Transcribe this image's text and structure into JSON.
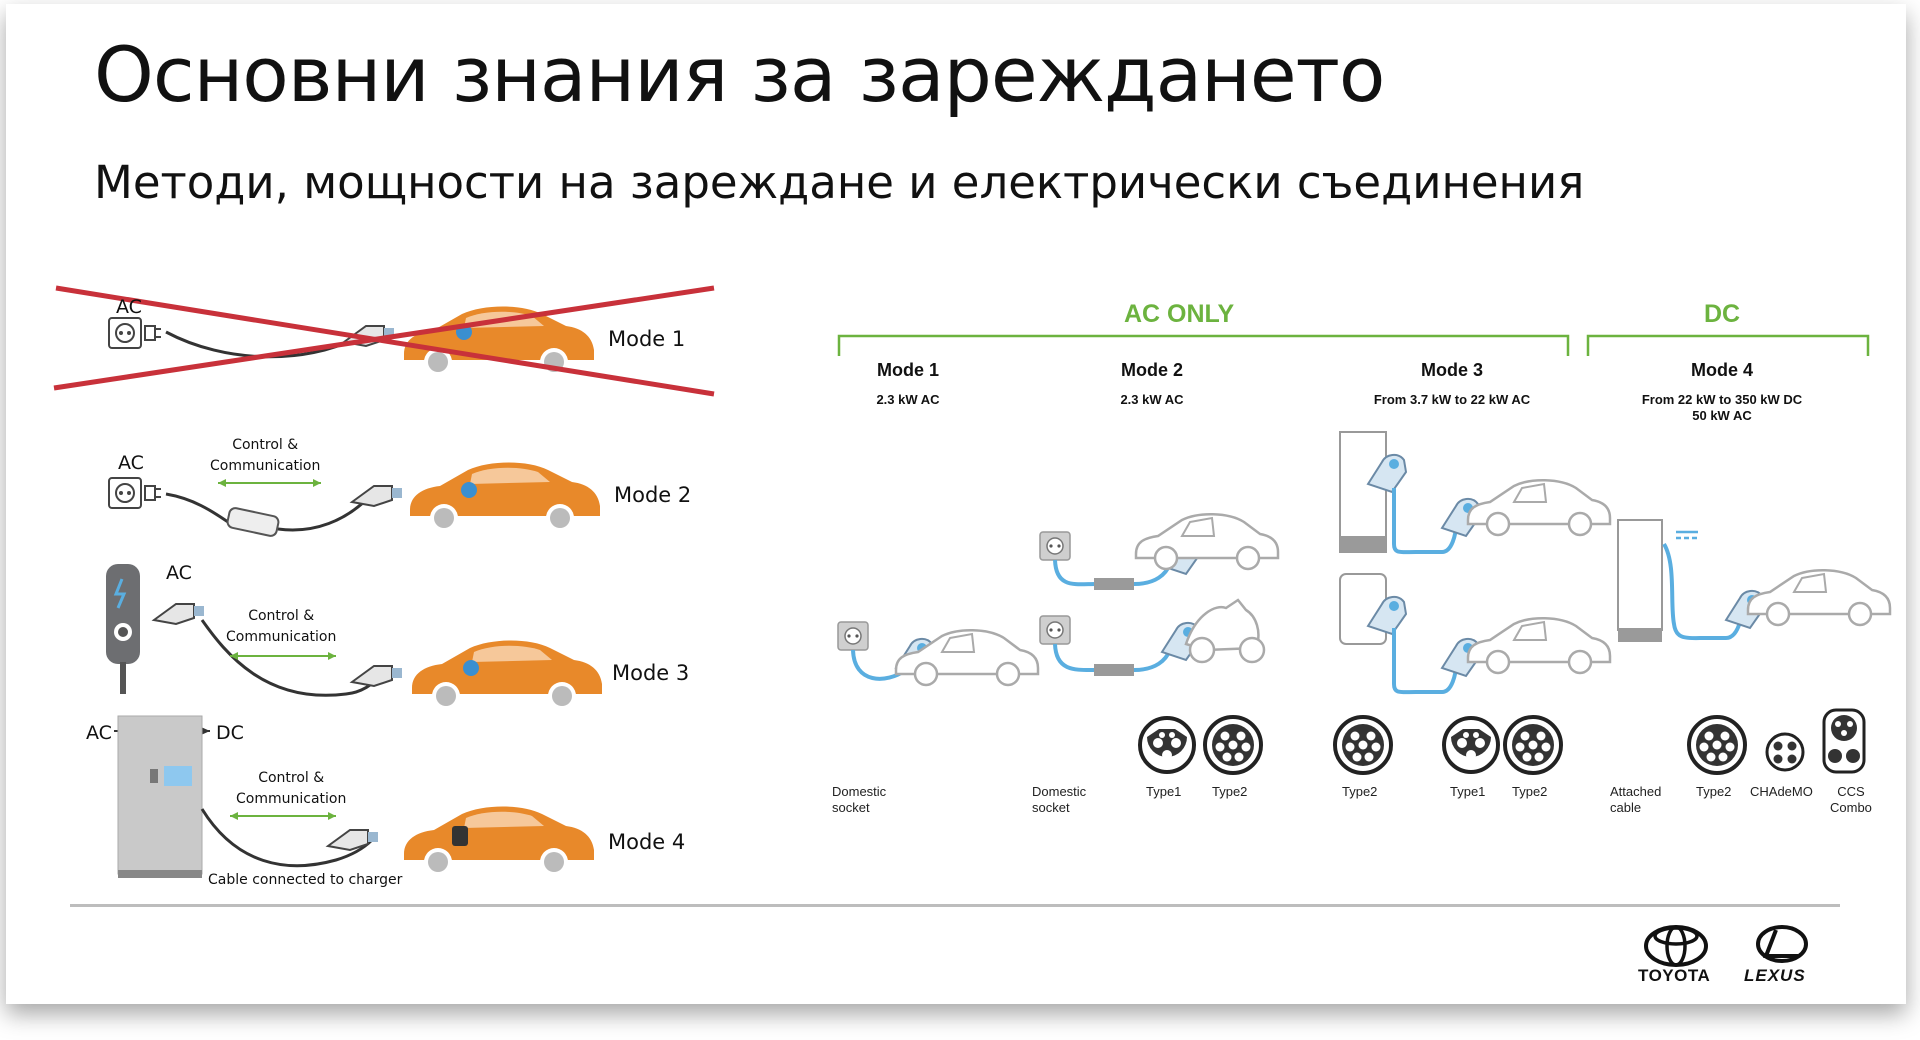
{
  "header": {
    "title": "Основни знания за зареждането",
    "subtitle": "Методи, мощности на зареждане и електрически съединения"
  },
  "colors": {
    "car_orange": "#e8892a",
    "cable_blue": "#5aaee0",
    "accent_green": "#6cb33f",
    "strike_red": "#c8313a"
  },
  "left_panel": {
    "mode1": {
      "ac_label": "AC",
      "mode_label": "Mode 1",
      "crossed_out": true
    },
    "mode2": {
      "ac_label": "AC",
      "control_label": "Control &\nCommunication",
      "mode_label": "Mode 2"
    },
    "mode3": {
      "ac_label": "AC",
      "control_label": "Control &\nCommunication",
      "mode_label": "Mode 3"
    },
    "mode4": {
      "ac_label": "AC",
      "dc_label": "DC",
      "control_label": "Control &\nCommunication",
      "mode_label": "Mode 4",
      "cable_label": "Cable connected to charger"
    }
  },
  "right_panel": {
    "groups": [
      {
        "label": "AC ONLY"
      },
      {
        "label": "DC"
      }
    ],
    "modes": [
      {
        "title": "Mode 1",
        "power": "2.3 kW AC"
      },
      {
        "title": "Mode 2",
        "power": "2.3 kW AC"
      },
      {
        "title": "Mode 3",
        "power": "From 3.7 kW to 22 kW AC"
      },
      {
        "title": "Mode 4",
        "power": "From 22 kW to 350 kW DC\n50 kW AC"
      }
    ],
    "connectors": [
      {
        "label": "Domestic\nsocket",
        "icon": "none"
      },
      {
        "label": "Domestic\nsocket",
        "icon": "none"
      },
      {
        "label": "Type1",
        "icon": "type1-connector-icon"
      },
      {
        "label": "Type2",
        "icon": "type2-connector-icon"
      },
      {
        "label": "Type2",
        "icon": "type2-connector-icon"
      },
      {
        "label": "Type1",
        "icon": "type1-connector-icon"
      },
      {
        "label": "Type2",
        "icon": "type2-connector-icon"
      },
      {
        "label": "Attached\ncable",
        "icon": "none"
      },
      {
        "label": "Type2",
        "icon": "type2-connector-icon"
      },
      {
        "label": "CHAdeMO",
        "icon": "chademo-connector-icon"
      },
      {
        "label": "CCS\nCombo",
        "icon": "ccs-combo-connector-icon"
      }
    ]
  },
  "footer": {
    "brands": [
      {
        "name": "TOYOTA"
      },
      {
        "name": "LEXUS"
      }
    ]
  }
}
